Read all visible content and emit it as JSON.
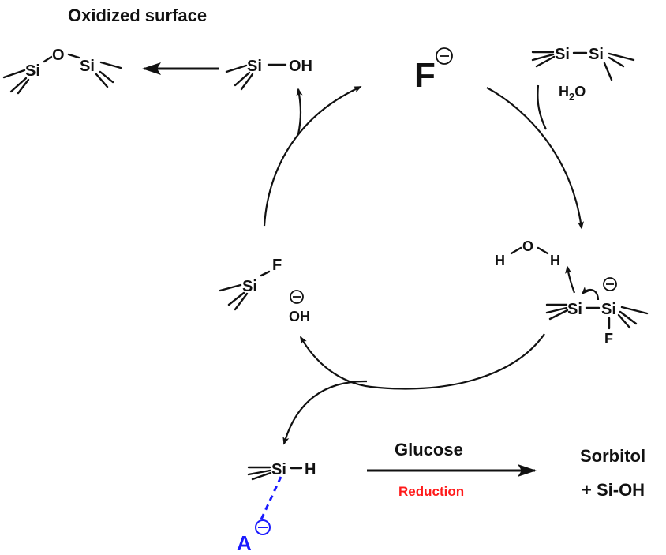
{
  "title": "Oxidized surface",
  "catalyst": {
    "symbol": "F",
    "charge": "minus"
  },
  "species": {
    "siloxane": {
      "left_atom": "Si",
      "bridge": "O",
      "right_atom": "Si"
    },
    "silanol": {
      "atom": "Si",
      "group": "OH"
    },
    "disilane": {
      "left_atom": "Si",
      "right_atom": "Si"
    },
    "water_reagent": {
      "h": "H",
      "sub": "2",
      "o": "O"
    },
    "water_attack": {
      "o": "O",
      "h_left": "H",
      "h_right": "H"
    },
    "fluoro_disilanide": {
      "left_atom": "Si",
      "right_atom": "Si",
      "substituent": "F",
      "charge": "minus"
    },
    "fluorosilane": {
      "atom": "Si",
      "substituent": "F"
    },
    "hydroxide": {
      "group": "OH",
      "charge": "minus"
    },
    "silicon_hydride": {
      "atom": "Si",
      "substituent": "H"
    },
    "anion": {
      "symbol": "A",
      "charge": "minus",
      "color": "#1a1aff"
    }
  },
  "reaction": {
    "reagent": "Glucose",
    "condition": "Reduction",
    "condition_color": "#ff1a1a",
    "product_line1": "Sorbitol",
    "product_line2": "+ Si-OH"
  }
}
